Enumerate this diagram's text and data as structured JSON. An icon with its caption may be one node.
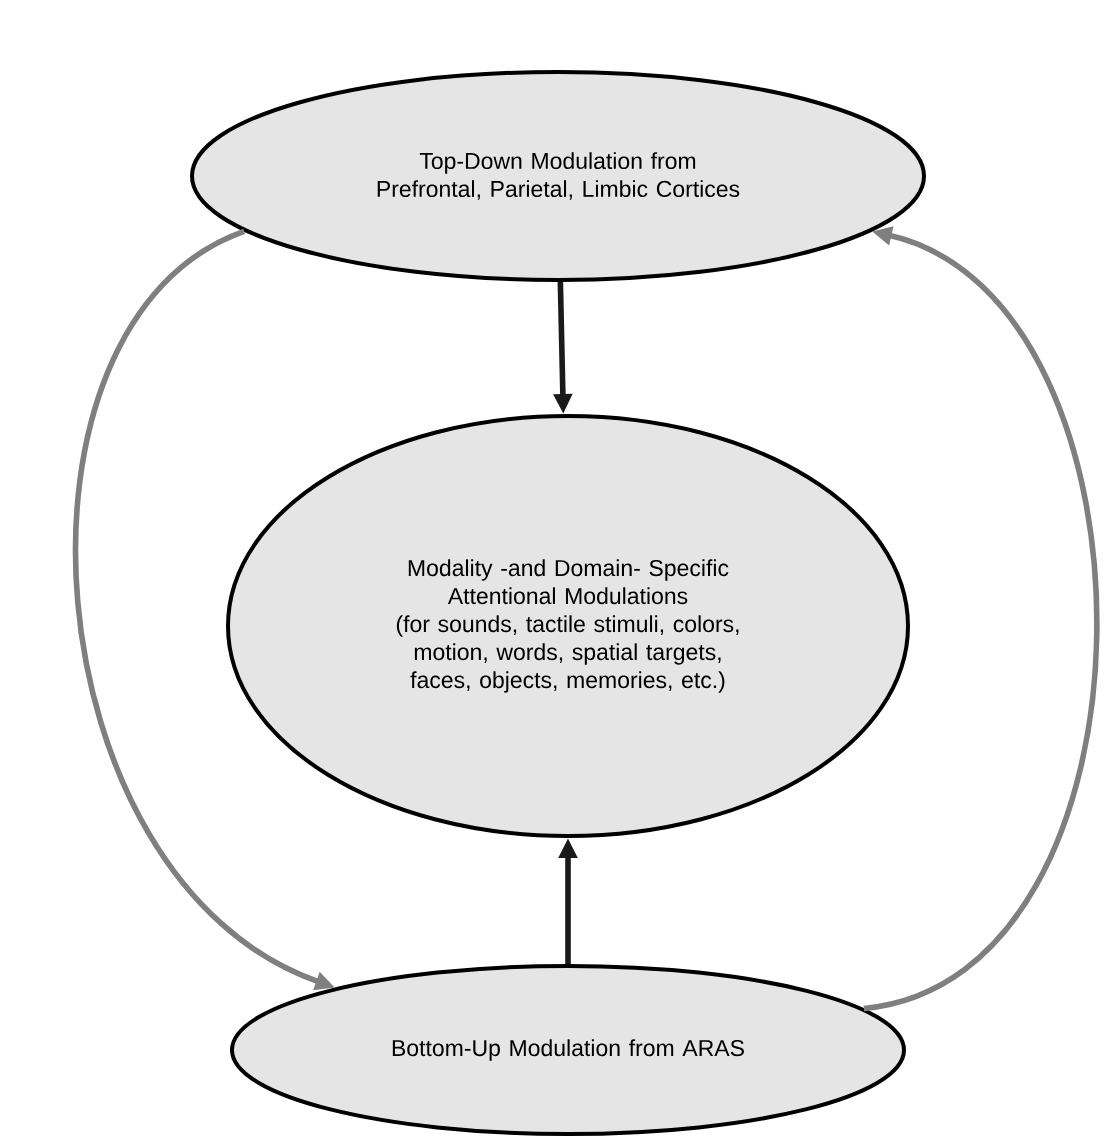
{
  "diagram": {
    "nodes": [
      {
        "text": [
          "Top-Down Modulation from Prefrontal, Parietal, Limbic Cortices"
        ]
      },
      {
        "text": [
          "Modality -and Domain- Specific Attentional Modulations",
          "(for sounds, tactile stimuli, colors, motion, words, spatial targets, faces, objects, memories, etc.)"
        ]
      },
      {
        "text": [
          "Bottom-Up Modulation from ARAS"
        ]
      }
    ],
    "edges": [
      {
        "from": 0,
        "to": 1,
        "arrow": "to"
      },
      {
        "from": 2,
        "to": 1,
        "arrow": "to"
      },
      {
        "from": 0,
        "to": 2,
        "arrow": "to",
        "color": "#7f7f7f"
      },
      {
        "from": 2,
        "to": 0,
        "arrow": "to",
        "color": "#7f7f7f"
      }
    ]
  }
}
